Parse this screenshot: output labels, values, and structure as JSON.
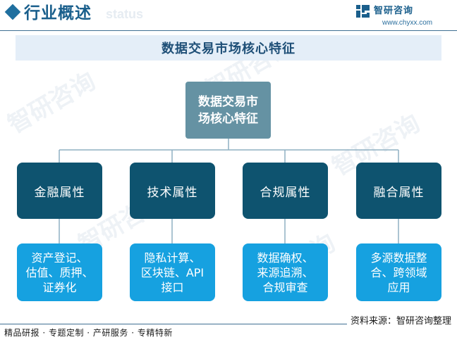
{
  "header": {
    "title": "行业概述",
    "ghost_text": "status",
    "logo_name": "智研咨询",
    "logo_url": "www.chyxx.com"
  },
  "banner": {
    "title": "数据交易市场核心特征"
  },
  "root": {
    "label": "数据交易市\n场核心特征"
  },
  "categories": [
    {
      "label": "金融属性",
      "detail": "资产登记、\n估值、质押、\n证券化"
    },
    {
      "label": "技术属性",
      "detail": "隐私计算、\n区块链、API\n接口"
    },
    {
      "label": "合规属性",
      "detail": "数据确权、\n来源追溯、\n合规审查"
    },
    {
      "label": "融合属性",
      "detail": "多源数据整\n合、跨领域\n应用"
    }
  ],
  "source": "资料来源：智研咨询整理",
  "footer": "精品研报 · 专题定制 · 产研服务 · 专精特新",
  "colors": {
    "root": "#6592a3",
    "category": "#0e536f",
    "detail": "#16a1e0",
    "connector": "#8fb0c2",
    "brand": "#1a5f8c"
  }
}
